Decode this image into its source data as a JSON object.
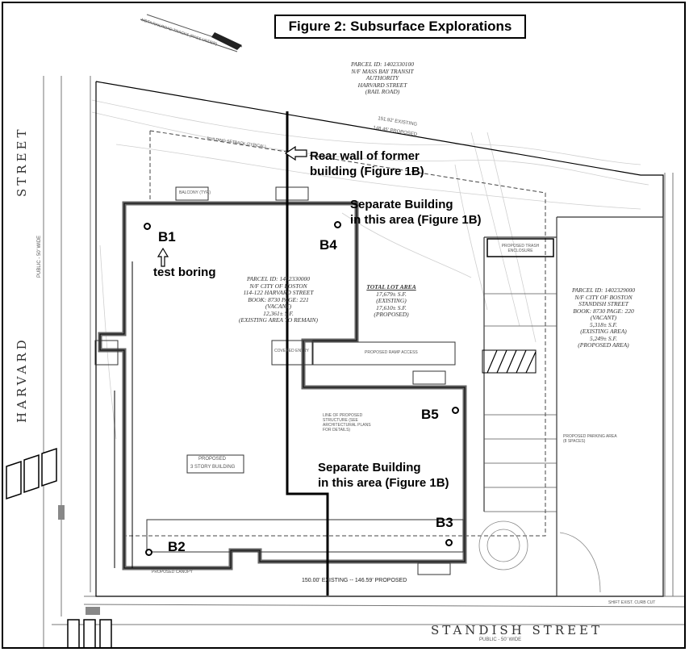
{
  "figure": {
    "title": "Figure 2:  Subsurface Explorations"
  },
  "annotations": {
    "rear_wall_line1": "Rear wall of former",
    "rear_wall_line2": "building (Figure 1B)",
    "sep_top_line1": "Separate Building",
    "sep_top_line2": "in this area (Figure 1B)",
    "sep_bottom_line1": "Separate Building",
    "sep_bottom_line2": "in this area (Figure 1B)",
    "test_boring": "test boring"
  },
  "borings": [
    {
      "id": "B1"
    },
    {
      "id": "B2"
    },
    {
      "id": "B3"
    },
    {
      "id": "B4"
    },
    {
      "id": "B5"
    }
  ],
  "streets": {
    "harvard_word1": "STREET",
    "harvard_word2": "HARVARD",
    "harvard_width": "PUBLIC - 50' WIDE",
    "standish": "STANDISH  STREET",
    "standish_width": "PUBLIC - 50' WIDE"
  },
  "parcels": {
    "mbta": [
      "PARCEL ID: 1402330100",
      "N/F MASS BAY TRANSIT",
      "AUTHORITY",
      "HARVARD STREET",
      "(RAIL ROAD)"
    ],
    "main": [
      "PARCEL ID: 1402330000",
      "N/F CITY OF BOSTON",
      "114-122 HARVARD STREET",
      "BOOK: 8730 PAGE: 221",
      "(VACANT)",
      "12,361± S.F.",
      "(EXISTING AREA TO REMAIN)"
    ],
    "total_lot": [
      "TOTAL LOT AREA",
      "17,679± S.F.",
      "(EXISTING)",
      "17,610± S.F.",
      "(PROPOSED)"
    ],
    "standish": [
      "PARCEL ID: 1402329000",
      "N/F CITY OF BOSTON",
      "STANDISH STREET",
      "BOOK: 8730 PAGE: 220",
      "(VACANT)",
      "5,318± S.F.",
      "(EXISTING AREA)",
      "5,249± S.F.",
      "(PROPOSED AREA)"
    ]
  },
  "plan_labels": {
    "proposed_building_1": "PROPOSED",
    "proposed_building_2": "3 STORY BUILDING",
    "dim_top_existing": "151.92' EXISTING",
    "dim_top_proposed": "148.45' PROPOSED",
    "dim_bottom": "150.00' EXISTING -- 146.59' PROPOSED",
    "balcony": "BALCONY (TYP.)",
    "covered_entry": "COVERED ENTRY",
    "ramp_access": "PROPOSED RAMP ACCESS",
    "parking_area": "PROPOSED PARKING AREA (8 SPACES)",
    "trash_enclosure": "PROPOSED TRASH ENCLOSURE",
    "setback": "BUILDING SETBACK (TYPICAL)",
    "canopy": "PROPOSED CANOPY",
    "line_of_structure": "LINE OF PROPOSED STRUCTURE (SEE ARCHITECTURAL PLANS FOR DETAILS)",
    "curb_cut": "SHIFT EXIST. CURB CUT",
    "rail_note": "MBTA RAILROAD TRACKS (PASS UNDER)"
  }
}
